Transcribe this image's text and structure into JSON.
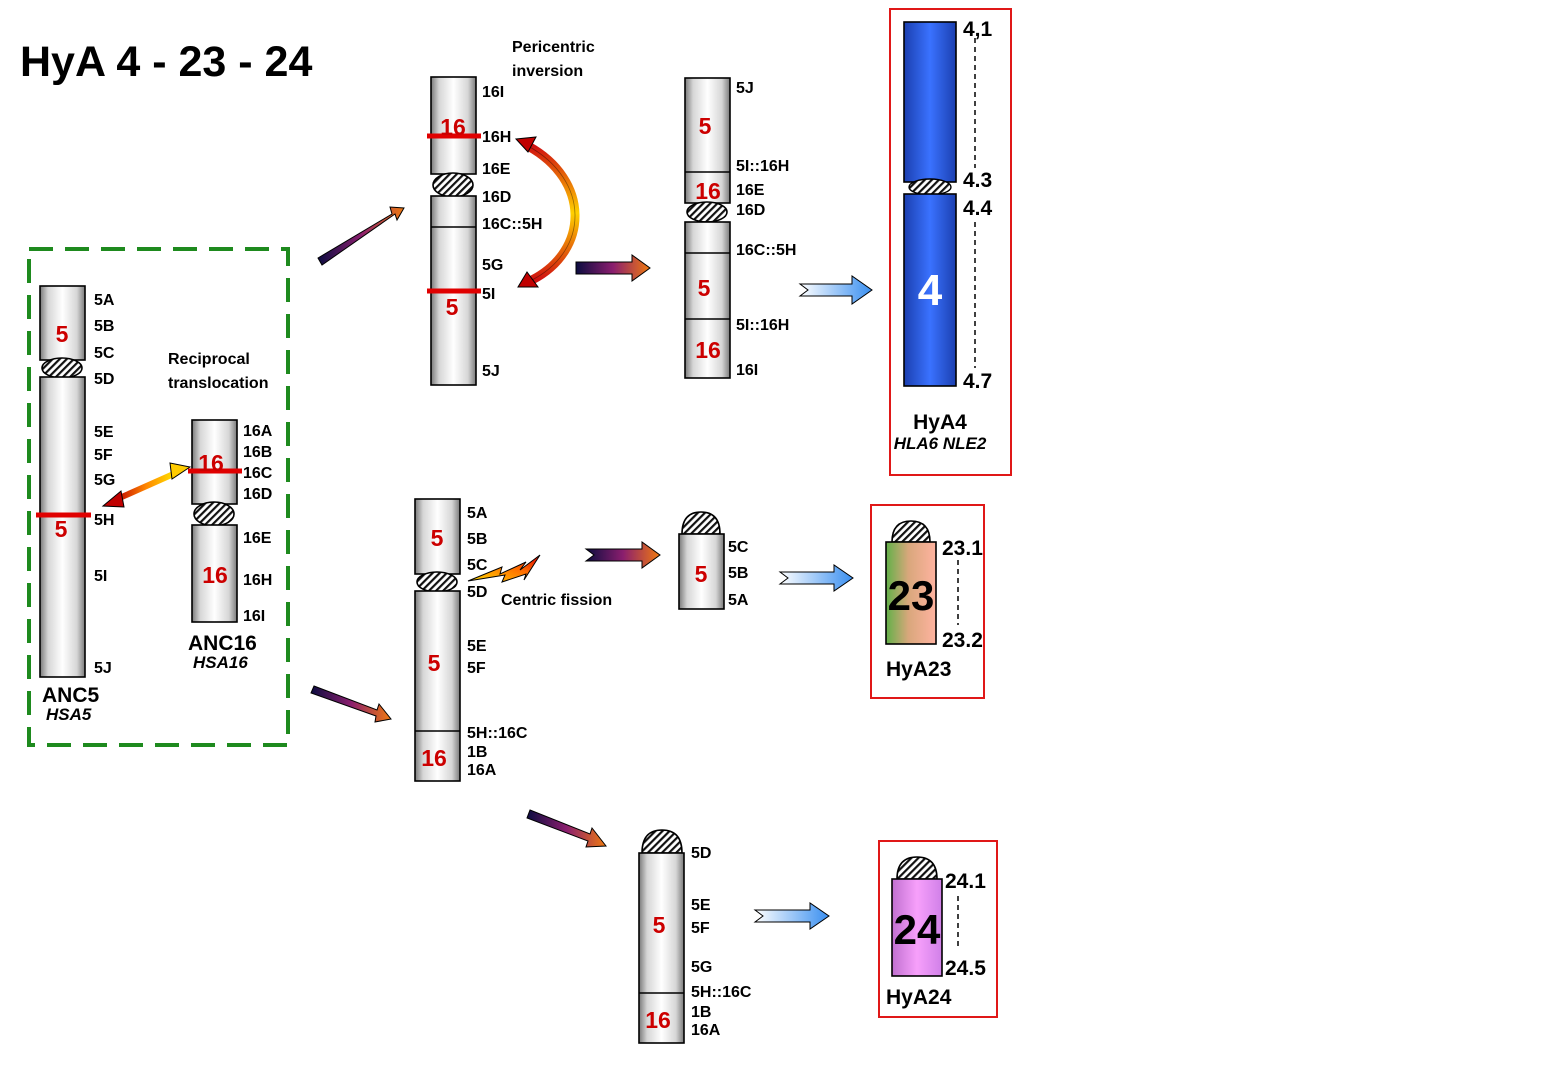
{
  "title": "HyA 4 - 23 - 24",
  "colors": {
    "break_line": "#e00000",
    "segment_number": "#cc0000",
    "dashed_box": "#1e8a1e",
    "result_box": "#e01818",
    "hya4": "#2f5fe0",
    "hya23_left": "#72b84a",
    "hya23_right": "#f7a98a",
    "hya24": "#f08cf5"
  },
  "annotations": {
    "reciprocal_translocation": [
      "Reciprocal",
      "translocation"
    ],
    "pericentric_inversion": [
      "Pericentric",
      "inversion"
    ],
    "centric_fission": "Centric fission"
  },
  "ancestral": {
    "anc5": {
      "name": "ANC5",
      "human": "HSA5",
      "segment": "5",
      "bands": [
        "5A",
        "5B",
        "5C",
        "5D",
        "5E",
        "5F",
        "5G",
        "5H",
        "5I",
        "5J"
      ]
    },
    "anc16": {
      "name": "ANC16",
      "human": "HSA16",
      "segment": "16",
      "bands": [
        "16A",
        "16B",
        "16C",
        "16D",
        "16E",
        "16H",
        "16I"
      ]
    }
  },
  "derived": {
    "translocated_a": {
      "segments": [
        "16",
        "5"
      ],
      "bands": [
        "16I",
        "16H",
        "16E",
        "16D",
        "16C::5H",
        "5G",
        "5I",
        "5J"
      ]
    },
    "inverted": {
      "segments": [
        "5",
        "16",
        "5",
        "16"
      ],
      "bands": [
        "5J",
        "5I::16H",
        "16E",
        "16D",
        "16C::5H",
        "5I::16H",
        "16I"
      ]
    },
    "translocated_b": {
      "segments": [
        "5",
        "5",
        "16"
      ],
      "bands": [
        "5A",
        "5B",
        "5C",
        "5D",
        "5E",
        "5F",
        "5H::16C",
        "1B",
        "16A"
      ]
    },
    "small_fission": {
      "segment": "5",
      "bands": [
        "5C",
        "5B",
        "5A"
      ]
    },
    "large_fission": {
      "segments": [
        "5",
        "16"
      ],
      "bands": [
        "5D",
        "5E",
        "5F",
        "5G",
        "5H::16C",
        "1B",
        "16A"
      ]
    }
  },
  "results": {
    "hya4": {
      "number": "4",
      "name": "HyA4",
      "genes": "HLA6 NLE2",
      "bands": [
        "4,1",
        "4.3",
        "4.4",
        "4.7"
      ]
    },
    "hya23": {
      "number": "23",
      "name": "HyA23",
      "bands": [
        "23.1",
        "23.2"
      ]
    },
    "hya24": {
      "number": "24",
      "name": "HyA24",
      "bands": [
        "24.1",
        "24.5"
      ]
    }
  }
}
